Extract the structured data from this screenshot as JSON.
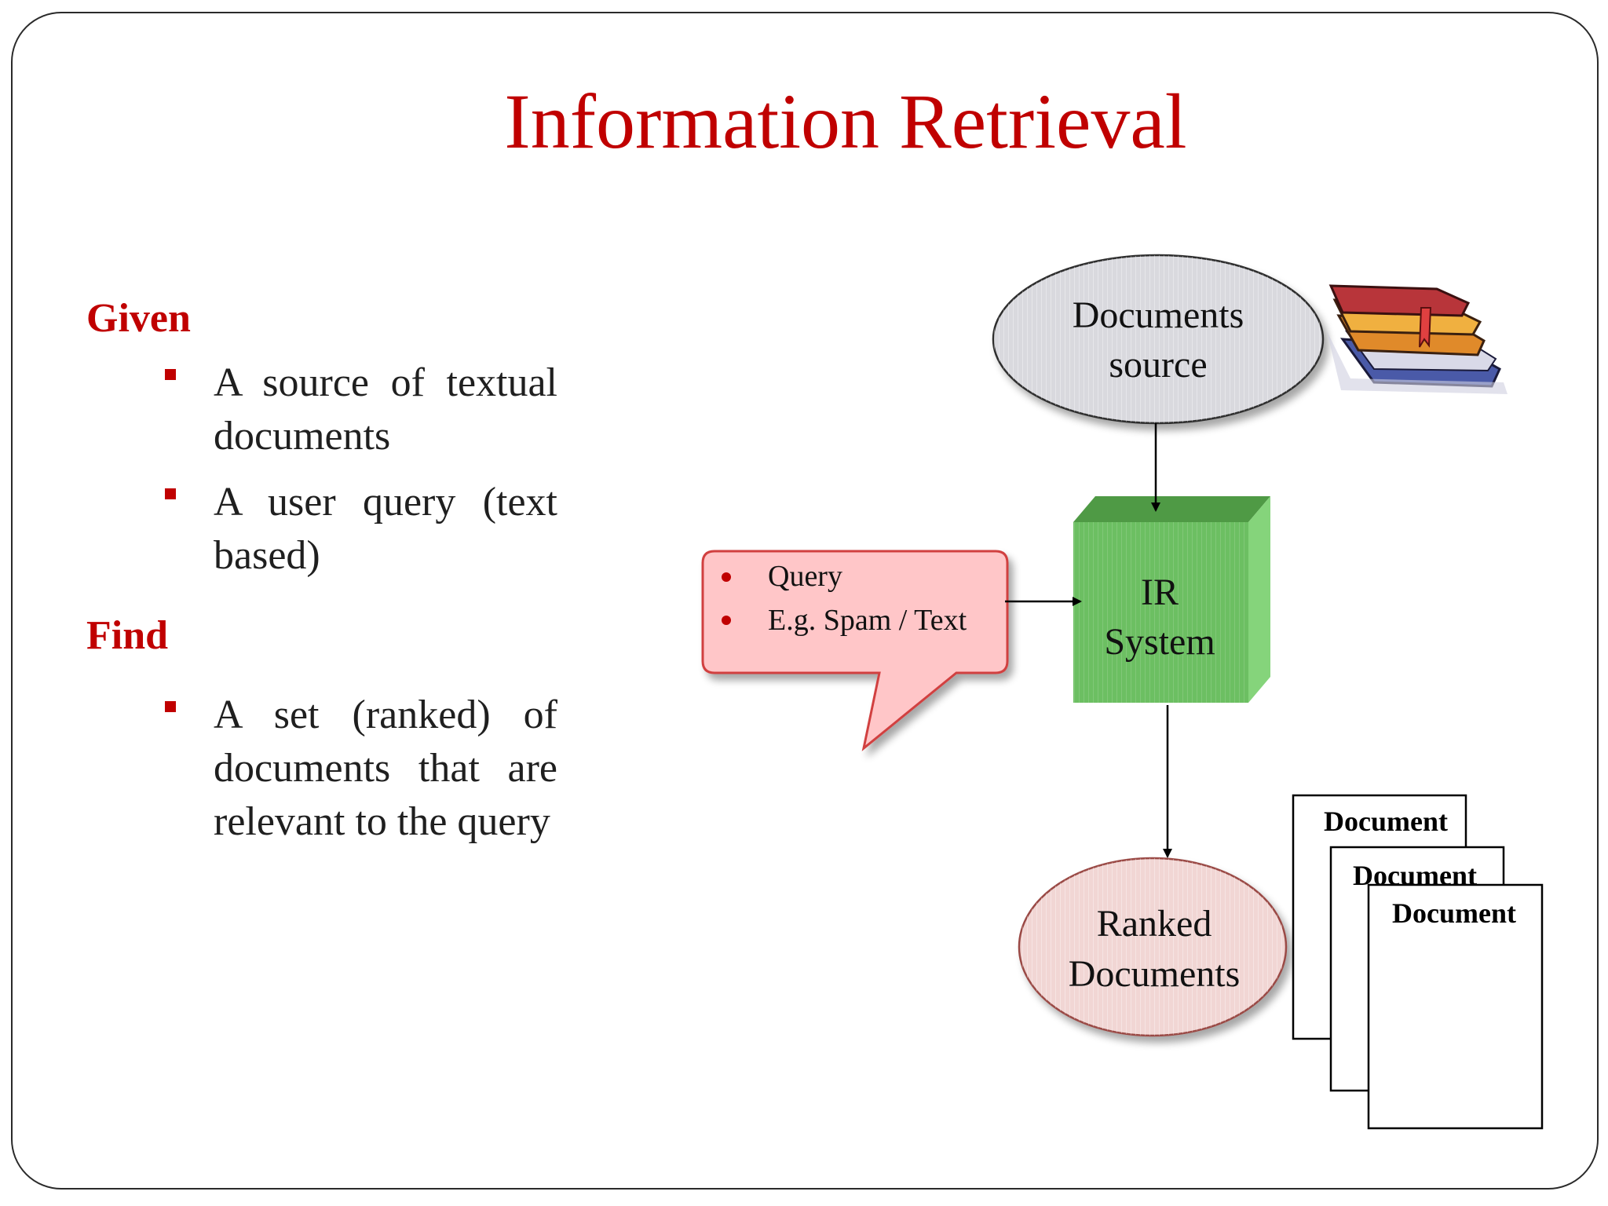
{
  "title": "Information Retrieval",
  "left": {
    "given_heading": "Given",
    "given_items": [
      "A source of textual documents",
      "A user query (text based)"
    ],
    "find_heading": "Find",
    "find_items": [
      "A set (ranked) of documents that are relevant to the query"
    ]
  },
  "diagram": {
    "source_line1": "Documents",
    "source_line2": "source",
    "ir_line1": "IR",
    "ir_line2": "System",
    "callout_items": [
      "Query",
      "E.g. Spam / Text"
    ],
    "ranked_line1": "Ranked",
    "ranked_line2": "Documents",
    "doc_labels": [
      "Document",
      "Document",
      "Document"
    ]
  },
  "colors": {
    "accent": "#c00000",
    "source_fill": "#d9d9de",
    "ir_front": "#6cbf62",
    "ir_top": "#4f9a45",
    "ir_side": "#85d47b",
    "callout_fill": "#ffc6c8",
    "callout_border": "#d14040",
    "ranked_fill": "#f1d6d4",
    "ranked_border": "#9a4a45"
  },
  "icons": [
    "books-icon",
    "bullet-square-icon",
    "bullet-dot-icon",
    "arrow-down-icon",
    "arrow-right-icon"
  ]
}
